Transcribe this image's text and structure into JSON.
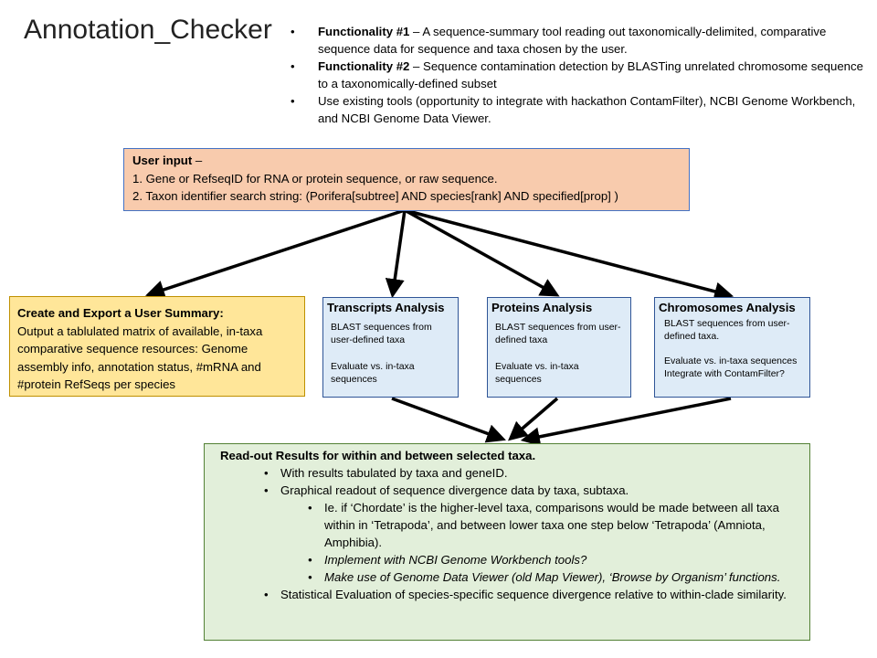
{
  "title": "Annotation_Checker",
  "functionality": [
    {
      "bold": "Functionality #1",
      "text": " – A sequence-summary tool reading out taxonomically-delimited, comparative sequence data for sequence and taxa chosen by the user."
    },
    {
      "bold": "Functionality #2",
      "text": " – Sequence contamination detection by BLASTing unrelated chromosome  sequence to a taxonomically-defined subset"
    },
    {
      "bold": "",
      "text": "Use existing tools (opportunity  to integrate with hackathon ContamFilter), NCBI Genome Workbench,  and NCBI Genome  Data Viewer."
    }
  ],
  "user_input": {
    "heading": "User input",
    "heading_suffix": " –",
    "line1": "1. Gene or RefseqID for RNA or protein sequence, or raw sequence.",
    "line2": "2. Taxon identifier search string:  (Porifera[subtree] AND species[rank] AND specified[prop] )"
  },
  "summary": {
    "heading": "Create and Export a User Summary:",
    "body": "Output  a tablulated matrix of available, in-taxa comparative sequence resources:  Genome assembly info, annotation status, #mRNA and #protein  RefSeqs per species"
  },
  "transcripts": {
    "heading": "Transcripts Analysis",
    "line1": "BLAST sequences from user-defined taxa",
    "line2": "Evaluate vs. in-taxa sequences"
  },
  "proteins": {
    "heading": "Proteins Analysis",
    "line1": "BLAST sequences from user-defined taxa",
    "line2": "Evaluate vs. in-taxa sequences"
  },
  "chromosomes": {
    "heading": "Chromosomes Analysis",
    "line1": "BLAST sequences from user-defined taxa.",
    "line2": "Evaluate vs. in-taxa sequences",
    "line3": "Integrate with ContamFilter?"
  },
  "results": {
    "heading": "Read-out Results for within and between selected taxa.",
    "b1": "With results tabulated by taxa and geneID.",
    "b2": "Graphical readout of sequence divergence data by taxa, subtaxa.",
    "b2a": "Ie. if ‘Chordate’ is the higher-level taxa, comparisons would be made between all taxa within in ‘Tetrapoda’, and between lower taxa one step below ‘Tetrapoda’ (Amniota, Amphibia).",
    "b2b": "Implement with NCBI Genome Workbench tools?",
    "b2c": "Make use of Genome Data Viewer (old Map Viewer), ‘Browse by Organism’ functions.",
    "b3": "Statistical Evaluation of species-specific sequence divergence relative to within-clade similarity."
  },
  "colors": {
    "user_input_fill": "#f8cbad",
    "summary_fill": "#ffe699",
    "analysis_fill": "#deebf7",
    "results_fill": "#e2efda",
    "box_border": "#4472c4",
    "arrow": "#000000"
  }
}
